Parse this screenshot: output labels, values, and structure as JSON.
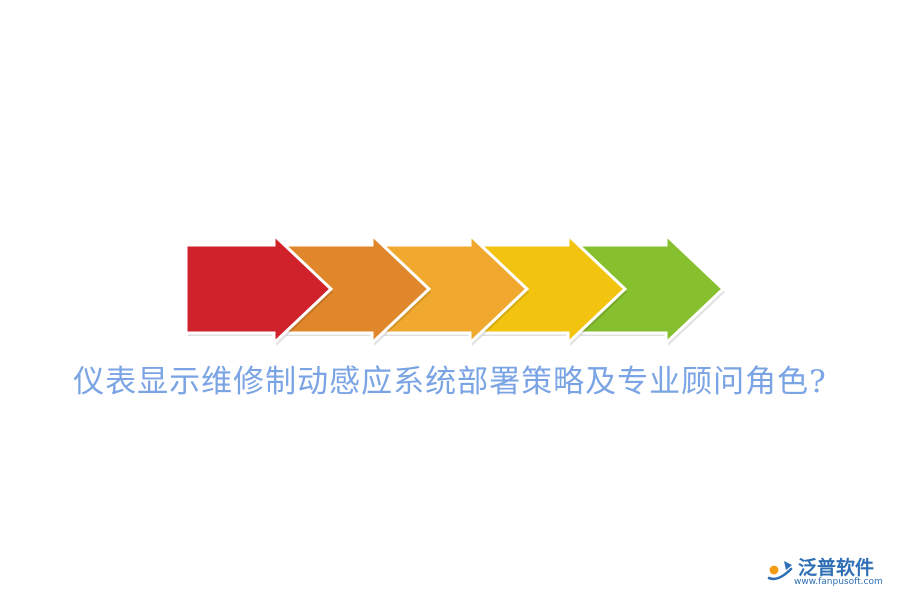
{
  "headline": "仪表显示维修制动感应系统部署策略及专业顾问角色?",
  "arrows": {
    "count": 5,
    "colors": [
      "#d0222b",
      "#e0862b",
      "#f0a92e",
      "#f2c40f",
      "#86c02e"
    ]
  },
  "brand": {
    "name": "泛普软件",
    "url": "www.fanpusoft.com",
    "icon": "fanpu-logo-icon",
    "colors": {
      "primary": "#2f6fb5",
      "accent": "#f39c12"
    }
  },
  "colors": {
    "headline": "#7ba4e4",
    "background": "#ffffff"
  }
}
